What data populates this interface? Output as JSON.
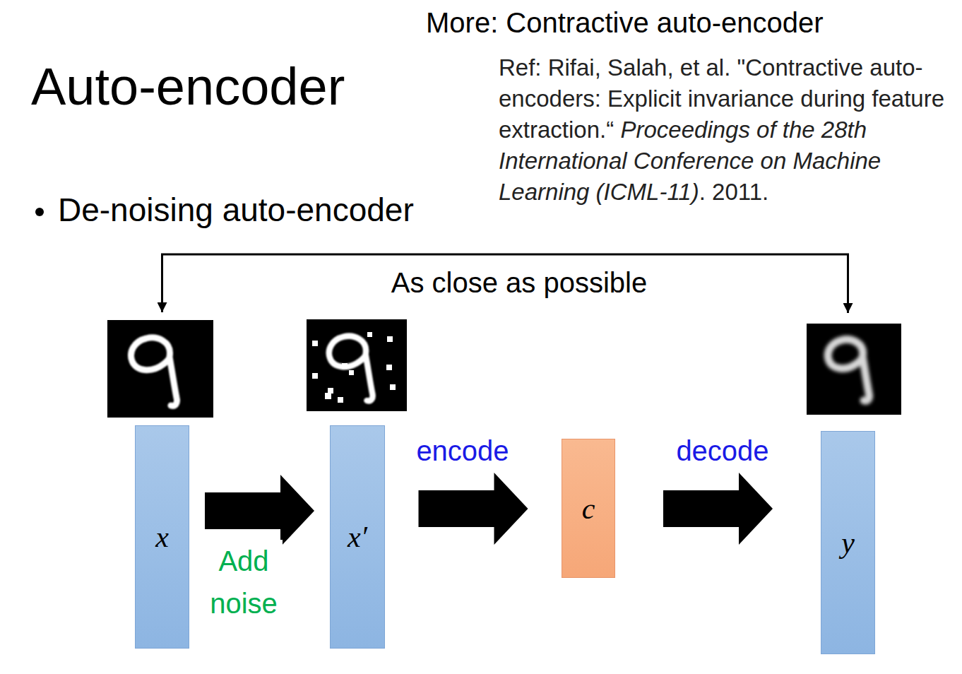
{
  "diagram": {
    "title": "Auto-encoder",
    "nodes": [
      {
        "text": [
          "x"
        ]
      },
      {
        "text": [
          "x′"
        ]
      },
      {
        "text": [
          "c"
        ]
      },
      {
        "text": [
          "y"
        ]
      }
    ],
    "edges": [
      {
        "from": 0,
        "to": 1,
        "label": "Add noise",
        "arrow": "to"
      },
      {
        "from": 1,
        "to": 2,
        "label": "encode",
        "arrow": "to"
      },
      {
        "from": 2,
        "to": 3,
        "label": "decode",
        "arrow": "to"
      },
      {
        "from": 0,
        "to": 3,
        "label": "As close as possible",
        "arrow": "both"
      }
    ],
    "labels": [
      "More: Contractive auto-encoder",
      "Ref: Rifai, Salah, et al. \"Contractive auto-encoders: Explicit invariance during feature extraction.“",
      "Proceedings of the 28th International Conference on Machine Learning (ICML-11)",
      ". 2011.",
      "De-noising auto-encoder"
    ]
  }
}
